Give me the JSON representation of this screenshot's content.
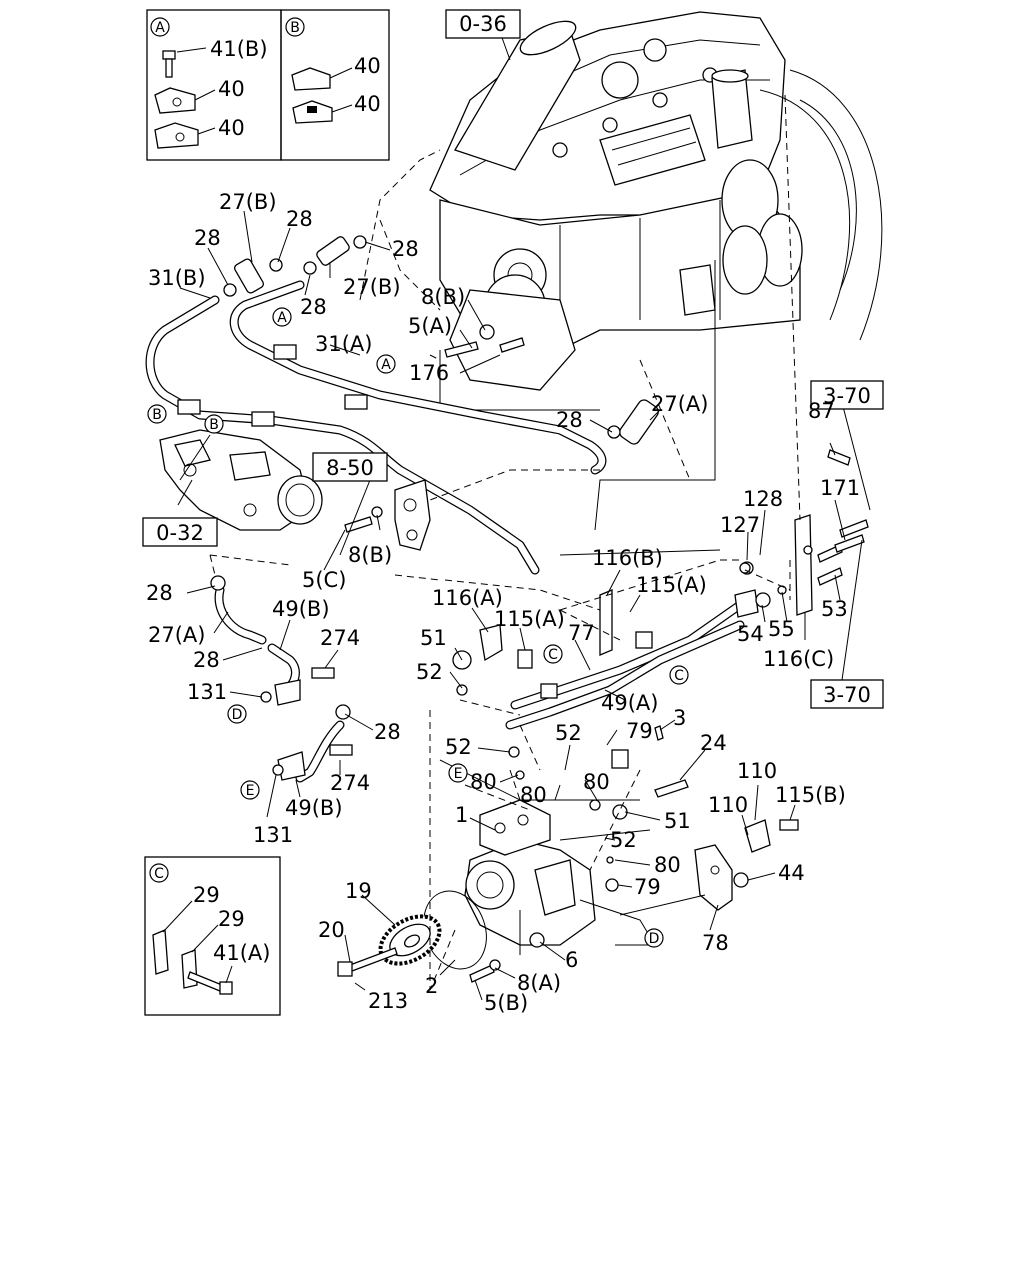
{
  "references": {
    "r036": "0-36",
    "r032": "0-32",
    "r850": "8-50",
    "r370a": "3-70",
    "r370b": "3-70"
  },
  "insets": {
    "A": {
      "marker": "A",
      "labels": {
        "l41b": "41(B)",
        "l40a": "40",
        "l40b": "40"
      }
    },
    "B": {
      "marker": "B",
      "labels": {
        "l40c": "40",
        "l40d": "40"
      }
    },
    "C": {
      "marker": "C",
      "labels": {
        "l29a": "29",
        "l29b": "29",
        "l41a": "41(A)"
      }
    }
  },
  "markers": {
    "mA1": "A",
    "mA2": "A",
    "mB1": "B",
    "mB2": "B",
    "mC1": "C",
    "mC2": "C",
    "mD1": "D",
    "mD2": "D",
    "mE1": "E",
    "mE2": "E"
  },
  "callouts": {
    "c27b_1": "27(B)",
    "c28_1": "28",
    "c28_2": "28",
    "c28_3": "28",
    "c31b": "31(B)",
    "c28_4": "28",
    "c27b_2": "27(B)",
    "c8b_1": "8(B)",
    "c5a": "5(A)",
    "c31a": "31(A)",
    "c176": "176",
    "c27a_1": "27(A)",
    "c28_5": "28",
    "c87": "87",
    "c128": "128",
    "c171": "171",
    "c127": "127",
    "c5c": "5(C)",
    "c8b_2": "8(B)",
    "c116b": "116(B)",
    "c115a_1": "115(A)",
    "c28_6": "28",
    "c27a_2": "27(A)",
    "c49b_1": "49(B)",
    "c274_1": "274",
    "c116a": "116(A)",
    "c115a_2": "115(A)",
    "c77": "77",
    "c54": "54",
    "c55": "55",
    "c53": "53",
    "c116c": "116(C)",
    "c28_7": "28",
    "c131_1": "131",
    "c51_1": "51",
    "c52_1": "52",
    "c49a": "49(A)",
    "c28_8": "28",
    "c79_1": "79",
    "c3": "3",
    "c52_2": "52",
    "c52_3": "52",
    "c24": "24",
    "c274_2": "274",
    "c80_1": "80",
    "c80_2": "80",
    "c80_3": "80",
    "c110_1": "110",
    "c110_2": "110",
    "c115b": "115(B)",
    "c49b_2": "49(B)",
    "c131_2": "131",
    "c1": "1",
    "c51_2": "51",
    "c52_4": "52",
    "c80_4": "80",
    "c79_2": "79",
    "c44": "44",
    "c19": "19",
    "c20": "20",
    "c6": "6",
    "c78": "78",
    "c2": "2",
    "c8a": "8(A)",
    "c213": "213",
    "c5b": "5(B)"
  }
}
